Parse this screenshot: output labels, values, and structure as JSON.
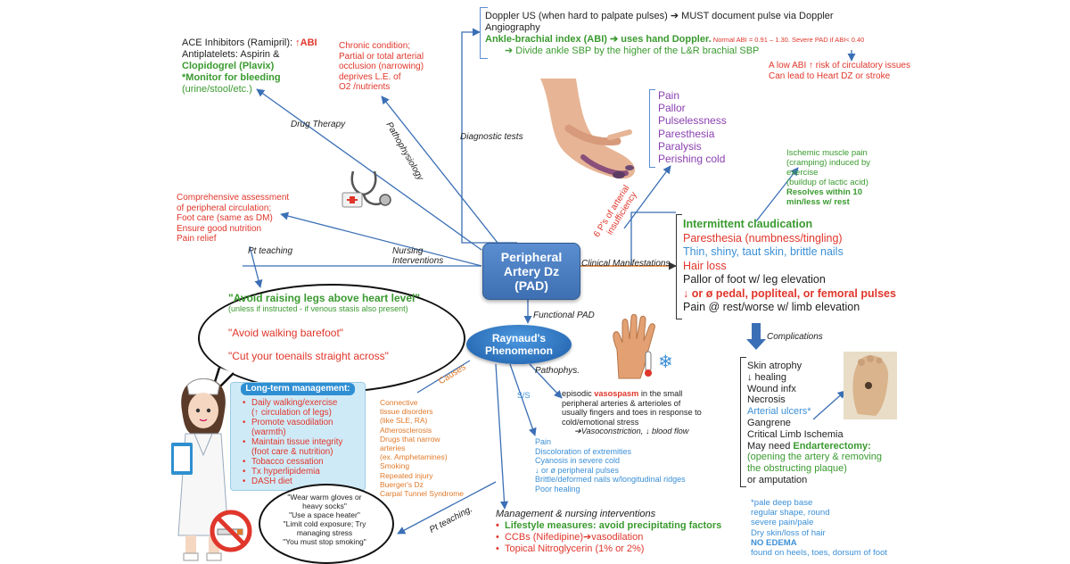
{
  "center": {
    "line1": "Peripheral",
    "line2": "Artery Dz",
    "line3": "(PAD)"
  },
  "raynaud": {
    "line1": "Raynaud's",
    "line2": "Phenomenon"
  },
  "branch_labels": {
    "drug": "Drug Therapy",
    "patho": "Pathophysiology",
    "diag": "Diagnostic tests",
    "nursing1": "Nursing",
    "nursing2": "Interventions",
    "pt_teaching": "Pt teaching",
    "clinical": "Clinical Manifestations",
    "functional": "Functional PAD",
    "six_ps1": "6 P's of arterial",
    "six_ps2": "insufficiency",
    "complications": "Complications",
    "causes": "Causes",
    "pathophys": "Pathophys.",
    "ss": "S/S",
    "pt_teaching2": "Pt teaching."
  },
  "drug_therapy": {
    "l1a": "ACE Inhibitors (Ramipril): ",
    "l1b": "↑ABI",
    "l2": "Antiplatelets: Aspirin &",
    "l3": "Clopidogrel (Plavix)",
    "l4": "*Monitor for bleeding",
    "l5": "(urine/stool/etc.)"
  },
  "patho": {
    "l1": "Chronic condition;",
    "l2": "Partial or total arterial",
    "l3": "occlusion (narrowing)",
    "l4": "deprives L.E. of",
    "l5": "O2 /nutrients"
  },
  "diagnostic": {
    "l1": "Doppler US (when hard to palpate pulses) ➔ MUST document pulse via Doppler",
    "l2": "Angiography",
    "l3a": "Ankle-brachial index (ABI) ➔ uses hand Doppler.",
    "l3b": " Normal ABI = 0.91 – 1.30. Severe PAD if ABI< 0.40",
    "l4": "➔ Divide ankle SBP by the higher of the L&R brachial SBP",
    "abi1": "A low ABI ↑ risk of circulatory issues",
    "abi2": "Can lead to Heart DZ or stroke"
  },
  "six_ps": [
    "Pain",
    "Pallor",
    "Pulselessness",
    "Paresthesia",
    "Paralysis",
    "Perishing cold"
  ],
  "ischemic": {
    "l1": "Ischemic muscle pain",
    "l2": "(cramping) induced by",
    "l3": "exercise",
    "l4": "(buildup of lactic acid)",
    "l5": "Resolves within 10",
    "l6": "min/less w/ rest"
  },
  "clinical": {
    "c1": "Intermittent claudication",
    "c2": "Paresthesia (numbness/tingling)",
    "c3": "Thin, shiny, taut skin, brittle nails",
    "c4": "Hair loss",
    "c5": "Pallor of foot w/ leg elevation",
    "c6": "↓ or ø pedal, popliteal, or femoral pulses",
    "c7": "Pain @ rest/worse w/ limb elevation"
  },
  "nursing": {
    "l1": "Comprehensive assessment",
    "l2": "of peripheral circulation;",
    "l3": "Foot care (same as DM)",
    "l4": "Ensure good nutrition",
    "l5": "Pain relief"
  },
  "bubble": {
    "q1": "\"Avoid raising legs above heart level\"",
    "q1sub": "(unless if instructed - if venous stasis also present)",
    "q2": "\"Avoid walking barefoot\"",
    "q3": "\"Cut your toenails straight across\""
  },
  "ltm": {
    "title": "Long-term management:",
    "items": [
      {
        "a": "Daily walking/exercise",
        "b": "(↑ circulation of legs)"
      },
      {
        "a": "Promote vasodilation",
        "b": "(warmth)"
      },
      {
        "a": "Maintain tissue integrity",
        "b": "(foot care & nutrition)"
      },
      {
        "a": "Tobacco cessation",
        "b": ""
      },
      {
        "a": "Tx hyperlipidemia",
        "b": ""
      },
      {
        "a": "DASH diet",
        "b": ""
      }
    ]
  },
  "causes": [
    "Connective",
    "tissue disorders",
    "(like SLE, RA)",
    "Atherosclerosis",
    "Drugs that narrow",
    "arteries",
    "(ex. Amphetamines)",
    "Smoking",
    "Repeated injury",
    "Buerger's Dz",
    "Carpal Tunnel Syndrome"
  ],
  "pathophys": {
    "l1a": "episodic ",
    "l1b": "vasospasm",
    "l1c": " in the small",
    "l2": "peripheral arteries & arterioles of",
    "l3": "usually fingers and toes in response to",
    "l4": "cold/emotional stress",
    "l5": "➔Vasoconstriction, ↓ blood flow"
  },
  "ss": [
    "Pain",
    "Discoloration of extremities",
    "Cyanosis in severe cold",
    "↓ or ø peripheral pulses",
    "Brittle/deformed nails w/longitudinal ridges",
    "Poor healing"
  ],
  "mgmt": {
    "title": "Management & nursing interventions",
    "i1": "Lifestyle measures: avoid precipitating factors",
    "i2": "CCBs (Nifedipine)➔vasodilation",
    "i3": "Topical Nitroglycerin (1% or 2%)"
  },
  "bubble2": [
    "\"Wear warm gloves or",
    "heavy socks\"",
    "\"Use a space heater\"",
    "\"Limit cold exposure; Try",
    "managing stress",
    "\"You must stop smoking\""
  ],
  "complications": {
    "l1": "Skin atrophy",
    "l2": "↓ healing",
    "l3": "Wound infx",
    "l4": "Necrosis",
    "l5": "Arterial ulcers*",
    "l6": "Gangrene",
    "l7": "Critical Limb Ischemia",
    "l8a": "May need ",
    "l8b": "Endarterectomy:",
    "l9": "(opening the artery & removing",
    "l10": "the obstructing plaque)",
    "l11": "or amputation"
  },
  "ulcer": {
    "l1": "*pale deep base",
    "l2": "regular shape, round",
    "l3": "severe pain/pale",
    "l4": "Dry skin/loss of hair",
    "l5": "NO EDEMA",
    "l6": "found on heels, toes, dorsum of foot"
  },
  "colors": {
    "red": "#e0362b",
    "green": "#3a9a2f",
    "blue": "#3a8fd6",
    "purple": "#8a3fb0",
    "orange": "#e07a2a",
    "node_blue": "#3d6fb2"
  }
}
